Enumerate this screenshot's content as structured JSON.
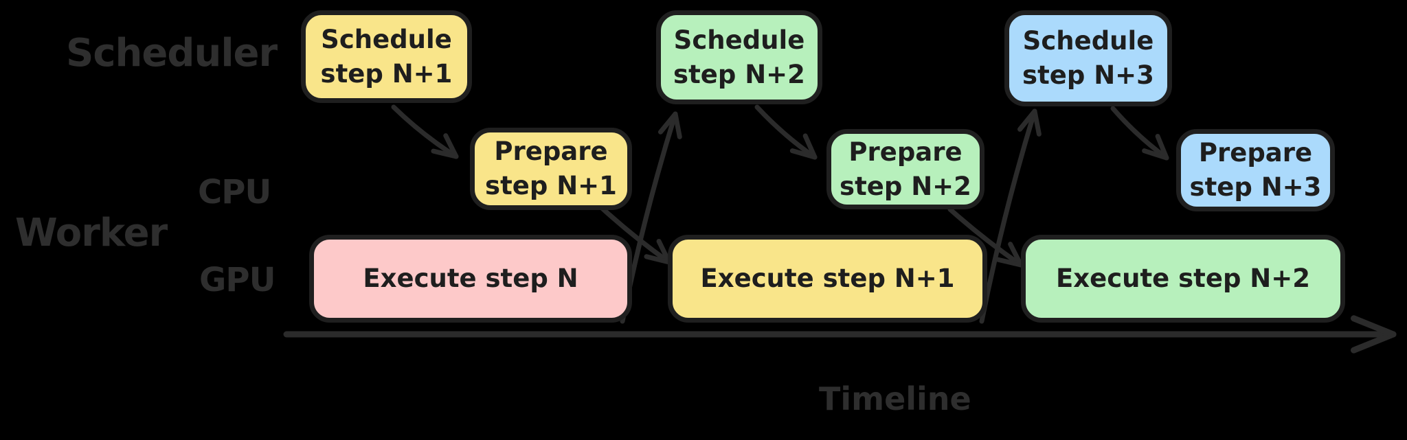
{
  "diagram": {
    "row_labels": {
      "scheduler": "Scheduler",
      "worker": "Worker",
      "cpu": "CPU",
      "gpu": "GPU"
    },
    "axis_label": "Timeline",
    "colors": {
      "background": "#000000",
      "node_border": "#1f1f1f",
      "node_text": "#1e1e1e",
      "annotation_gray": "#2e2e2e",
      "yellow": "#f9e58a",
      "pink": "#fdc9c9",
      "green": "#b7f0bc",
      "blue": "#abdafc"
    },
    "nodes": {
      "schedule_n1": {
        "label": "Schedule\nstep N+1",
        "fill": "#f9e58a"
      },
      "prepare_n1": {
        "label": "Prepare\nstep N+1",
        "fill": "#f9e58a"
      },
      "execute_n": {
        "label": "Execute step N",
        "fill": "#fdc9c9"
      },
      "schedule_n2": {
        "label": "Schedule\nstep N+2",
        "fill": "#b7f0bc"
      },
      "prepare_n2": {
        "label": "Prepare\nstep N+2",
        "fill": "#b7f0bc"
      },
      "execute_n1": {
        "label": "Execute step N+1",
        "fill": "#f9e58a"
      },
      "schedule_n3": {
        "label": "Schedule\nstep N+3",
        "fill": "#abdafc"
      },
      "prepare_n3": {
        "label": "Prepare\nstep N+3",
        "fill": "#abdafc"
      },
      "execute_n2": {
        "label": "Execute step N+2",
        "fill": "#b7f0bc"
      }
    }
  }
}
